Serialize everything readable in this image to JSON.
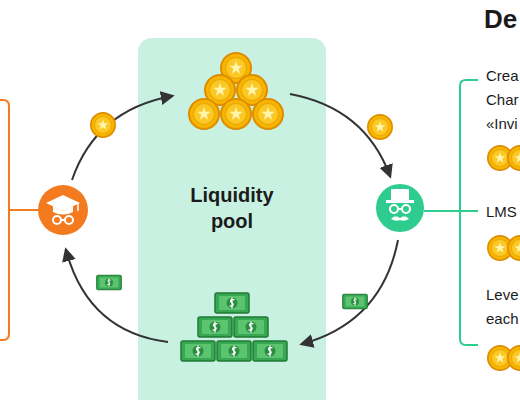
{
  "diagram": {
    "title": "De",
    "nodes": [
      {
        "text": [
          "Liquidity pool"
        ]
      }
    ],
    "labels": [
      "Crea Char «Invi",
      "LMS",
      "Leve each"
    ]
  }
}
